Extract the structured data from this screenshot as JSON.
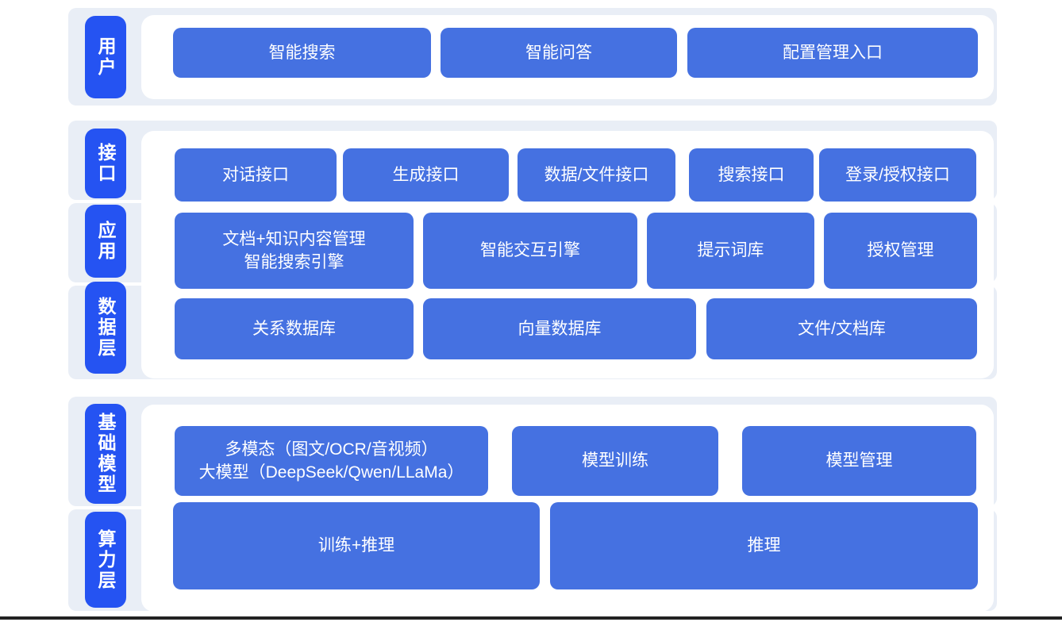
{
  "colors": {
    "band_bg": "#e9eef6",
    "label_blue": "#2553f2",
    "button_blue": "#4571e1",
    "bottom_line": "#222222"
  },
  "layers": {
    "user": {
      "label": "用户",
      "buttons": {
        "smart_search": "智能搜索",
        "smart_qa": "智能问答",
        "config_entry": "配置管理入口"
      }
    },
    "interface": {
      "label": "接口",
      "buttons": {
        "dialog": "对话接口",
        "generate": "生成接口",
        "data_file": "数据/文件接口",
        "search": "搜索接口",
        "login_auth": "登录/授权接口"
      }
    },
    "application": {
      "label": "应用",
      "buttons": {
        "doc_engine_line1": "文档+知识内容管理",
        "doc_engine_line2": "智能搜索引擎",
        "interaction_engine": "智能交互引擎",
        "prompt_library": "提示词库",
        "auth_mgmt": "授权管理"
      }
    },
    "data_layer": {
      "label": "数据层",
      "buttons": {
        "relational_db": "关系数据库",
        "vector_db": "向量数据库",
        "file_doc_store": "文件/文档库"
      }
    },
    "foundation_model": {
      "label": "基础模型",
      "buttons": {
        "multimodal_line1": "多模态（图文/OCR/音视频）",
        "multimodal_line2": "大模型（DeepSeek/Qwen/LLaMa）",
        "model_training": "模型训练",
        "model_mgmt": "模型管理"
      }
    },
    "compute_layer": {
      "label": "算力层",
      "buttons": {
        "training_inference": "训练+推理",
        "inference": "推理"
      }
    }
  }
}
